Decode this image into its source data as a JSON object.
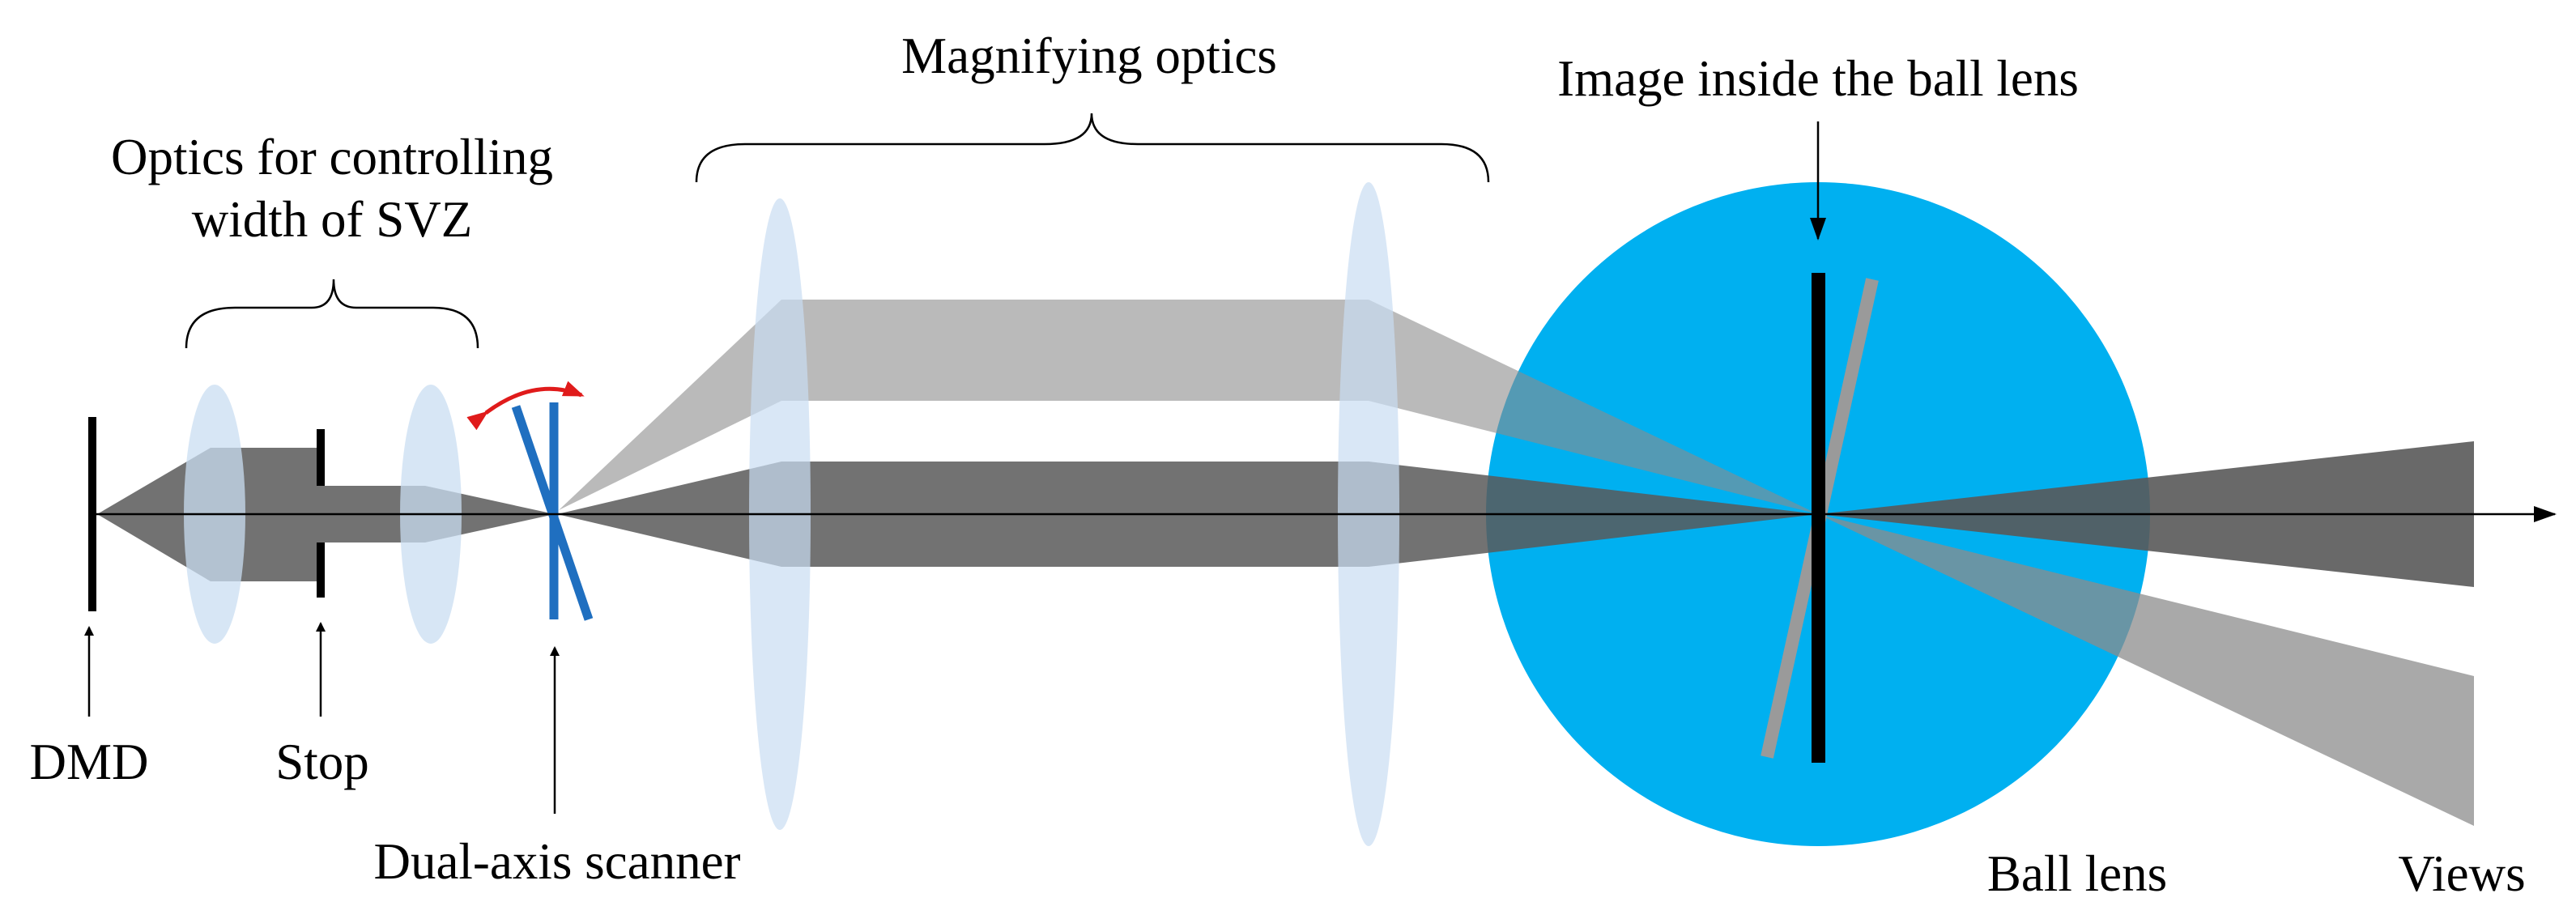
{
  "labels": {
    "magnifying_optics": "Magnifying optics",
    "image_inside": "Image inside the ball lens",
    "optics_svz_line1": "Optics for controlling",
    "optics_svz_line2": "width of SVZ",
    "dmd": "DMD",
    "stop": "Stop",
    "scanner": "Dual-axis scanner",
    "ball_lens": "Ball lens",
    "views": "Views"
  },
  "colors": {
    "ball_lens": "#00b0f0",
    "lens_element": "#c9ddf2",
    "beam_dark": "#595959",
    "beam_light": "#a6a6a6",
    "scanner_mirror": "#1f6fc0",
    "scan_arrow": "#e01b1b",
    "image_bar": "#000000",
    "image_bar_tilted": "#9a9a9a"
  }
}
